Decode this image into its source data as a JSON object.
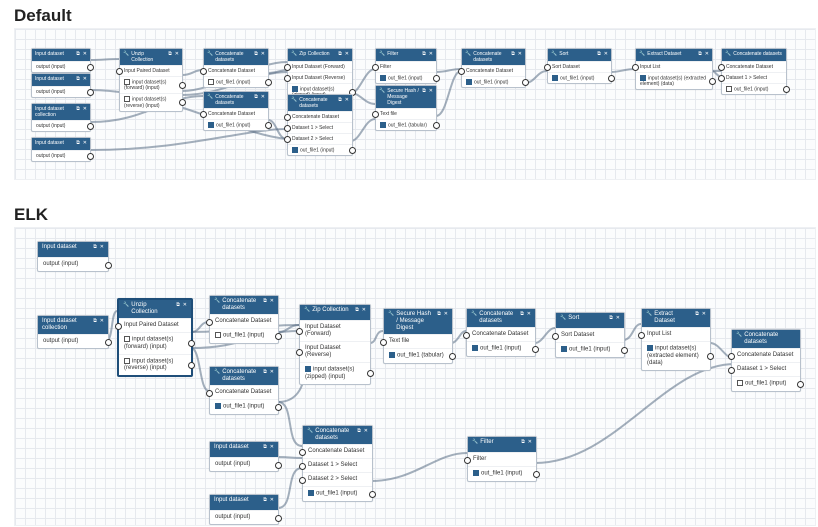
{
  "sections": {
    "default_title": "Default",
    "elk_title": "ELK"
  },
  "icons": {
    "wrench": "wrench-icon",
    "copy": "copy-icon",
    "close": "close-icon"
  },
  "colors": {
    "header": "#2c5f8a",
    "edge": "#5a6e85"
  },
  "default": {
    "input1": {
      "title": "Input dataset",
      "out": "output (input)"
    },
    "input2": {
      "title": "Input dataset",
      "out": "output (input)"
    },
    "input_coll": {
      "title": "Input dataset collection",
      "out": "output (input)"
    },
    "input3": {
      "title": "Input dataset",
      "out": "output (input)"
    },
    "unzip": {
      "title": "Unzip Collection",
      "in1": "Input Paired Dataset",
      "out1": "input dataset(s) (forward) (input)",
      "out2": "input dataset(s) (reverse) (input)"
    },
    "concat1": {
      "title": "Concatenate datasets",
      "in1": "Concatenate Dataset",
      "out": "out_file1 (input)"
    },
    "concat2": {
      "title": "Concatenate datasets",
      "in1": "Concatenate Dataset",
      "out": "out_file1 (input)"
    },
    "zip": {
      "title": "Zip Collection",
      "in1": "Input Dataset (Forward)",
      "in2": "Input Dataset (Reverse)",
      "out": "input dataset(s) (zipped) (input)"
    },
    "concat3": {
      "title": "Concatenate datasets",
      "in1": "Concatenate Dataset",
      "in2": "Dataset 1 > Select",
      "in3": "Dataset 2 > Select",
      "out": "out_file1 (input)"
    },
    "filter": {
      "title": "Filter",
      "in1": "Filter",
      "out": "out_file1 (input)"
    },
    "hash": {
      "title": "Secure Hash / Message Digest",
      "in1": "Text file",
      "out": "out_file1 (tabular)"
    },
    "concat4": {
      "title": "Concatenate datasets",
      "in1": "Concatenate Dataset",
      "out": "out_file1 (input)"
    },
    "sort": {
      "title": "Sort",
      "in1": "Sort Dataset",
      "out": "out_file1 (input)"
    },
    "extract": {
      "title": "Extract Dataset",
      "in1": "Input List",
      "out": "input dataset(s) (extracted element) (data)"
    },
    "concat5": {
      "title": "Concatenate datasets",
      "in1": "Concatenate Dataset",
      "in2": "Dataset 1 > Select",
      "out": "out_file1 (input)"
    }
  },
  "elk": {
    "input1": {
      "title": "Input dataset",
      "out": "output (input)"
    },
    "input_coll": {
      "title": "Input dataset collection",
      "out": "output (input)"
    },
    "unzip": {
      "title": "Unzip Collection",
      "in1": "Input Paired Dataset",
      "out1": "input dataset(s) (forward) (input)",
      "out2": "input dataset(s) (reverse) (input)"
    },
    "concat1": {
      "title": "Concatenate datasets",
      "in1": "Concatenate Dataset",
      "out": "out_file1 (input)"
    },
    "concat2": {
      "title": "Concatenate datasets",
      "in1": "Concatenate Dataset",
      "out": "out_file1 (input)"
    },
    "zip": {
      "title": "Zip Collection",
      "in1": "Input Dataset (Forward)",
      "in2": "Input Dataset (Reverse)",
      "out": "input dataset(s) (zipped) (input)"
    },
    "hash": {
      "title": "Secure Hash / Message Digest",
      "in1": "Text file",
      "out": "out_file1 (tabular)"
    },
    "concat4": {
      "title": "Concatenate datasets",
      "in1": "Concatenate Dataset",
      "out": "out_file1 (input)"
    },
    "sort": {
      "title": "Sort",
      "in1": "Sort Dataset",
      "out": "out_file1 (input)"
    },
    "extract": {
      "title": "Extract Dataset",
      "in1": "Input List",
      "out": "input dataset(s) (extracted element) (data)"
    },
    "concat5": {
      "title": "Concatenate datasets",
      "in1": "Concatenate Dataset",
      "in2": "Dataset 1 > Select",
      "out": "out_file1 (input)"
    },
    "input2": {
      "title": "Input dataset",
      "out": "output (input)"
    },
    "input3": {
      "title": "Input dataset",
      "out": "output (input)"
    },
    "concat3": {
      "title": "Concatenate datasets",
      "in1": "Concatenate Dataset",
      "in2": "Dataset 1 > Select",
      "in3": "Dataset 2 > Select",
      "out": "out_file1 (input)"
    },
    "filter": {
      "title": "Filter",
      "in1": "Filter",
      "out": "out_file1 (input)"
    }
  }
}
